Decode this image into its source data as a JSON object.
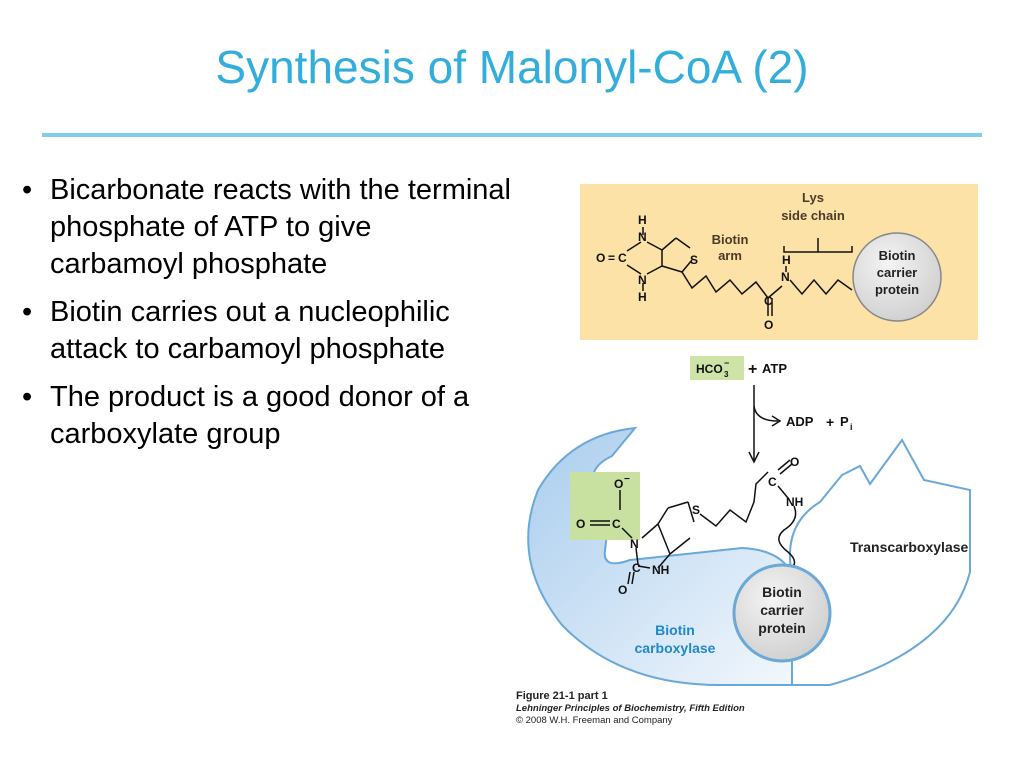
{
  "title": "Synthesis of Malonyl-CoA (2)",
  "bullets": [
    "Bicarbonate reacts with the terminal phosphate of ATP to give carbamoyl phosphate",
    "Biotin carries out a nucleophilic attack to carbamoyl phosphate",
    "The product is a good donor of a carboxylate group"
  ],
  "figure": {
    "top_panel": {
      "lys_label": "Lys",
      "side_chain_label": "side chain",
      "biotin_label": "Biotin",
      "arm_label": "arm",
      "bcp_line1": "Biotin",
      "bcp_line2": "carrier",
      "bcp_line3": "protein",
      "atoms": {
        "h_top": "H",
        "n_top": "N",
        "o_left": "O",
        "eq": "=",
        "c_ring": "C",
        "n_bottom": "N",
        "h_bottom": "H",
        "s": "S",
        "h_amide": "H",
        "n_amide": "N",
        "c_carbonyl": "C",
        "o_carbonyl": "O"
      }
    },
    "reaction": {
      "hco3": "HCO",
      "hco3_sub": "3",
      "hco3_sup": "−",
      "plus1": "+",
      "atp": "ATP",
      "adp": "ADP",
      "plus2": "+",
      "pi": "P",
      "pi_sub": "i"
    },
    "enzyme": {
      "transcarboxylase": "Transcarboxylase",
      "biotin_carboxylase_1": "Biotin",
      "biotin_carboxylase_2": "carboxylase",
      "bcp_line1": "Biotin",
      "bcp_line2": "carrier",
      "bcp_line3": "protein",
      "atoms": {
        "o_minus": "O",
        "minus": "−",
        "o_left": "O",
        "eq": "=",
        "c_carboxy": "C",
        "n_ring": "N",
        "c_ring": "C",
        "nh_ring": "NH",
        "o_ring": "O",
        "s": "S",
        "c_amide": "C",
        "o_amide": "O",
        "nh_amide": "NH"
      }
    },
    "caption_line1": "Figure 21-1 part 1",
    "caption_line2": "Lehninger Principles of Biochemistry, Fifth Edition",
    "caption_line3": "© 2008 W.H. Freeman and Company"
  }
}
